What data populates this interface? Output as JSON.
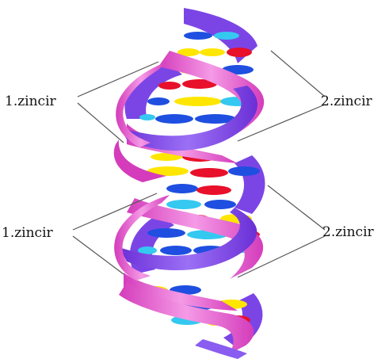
{
  "labels": {
    "top_left": "1.zincir",
    "top_right": "2.zincir",
    "bottom_left": "1.zincir",
    "bottom_right": "2.zincir"
  },
  "colors": {
    "strand_purple": "#8a5cf0",
    "strand_purple_dark": "#6a2fd6",
    "strand_pink": "#f06ad8",
    "strand_pink_dark": "#d43cbb",
    "base_yellow": "#ffe600",
    "base_red": "#e8102a",
    "base_blue": "#1e4fe0",
    "base_cyan": "#35c8f0",
    "leader_line": "#555555"
  }
}
